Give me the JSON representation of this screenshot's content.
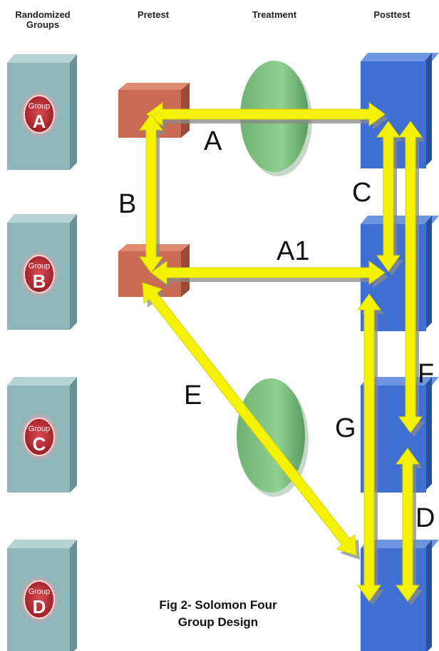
{
  "headers": {
    "randomized": "Randomized\nGroups",
    "pretest": "Pretest",
    "treatment": "Treatment",
    "posttest": "Posttest"
  },
  "groups": [
    {
      "prefix": "Group",
      "letter": "A"
    },
    {
      "prefix": "Group",
      "letter": "B"
    },
    {
      "prefix": "Group",
      "letter": "C"
    },
    {
      "prefix": "Group",
      "letter": "D"
    }
  ],
  "arrow_labels": {
    "A": "A",
    "A1": "A1",
    "B": "B",
    "C": "C",
    "D": "D",
    "E": "E",
    "F": "F",
    "G": "G"
  },
  "caption": "Fig 2- Solomon Four\nGroup Design",
  "colors": {
    "group_box": "#8fb6b8",
    "group_badge": "#b8323a",
    "pretest_box": "#c96a52",
    "treatment_oval": "#7fbf82",
    "posttest_box": "#3f6fd0",
    "arrow": "#f4f200",
    "arrow_shadow": "#8a8a8a"
  }
}
